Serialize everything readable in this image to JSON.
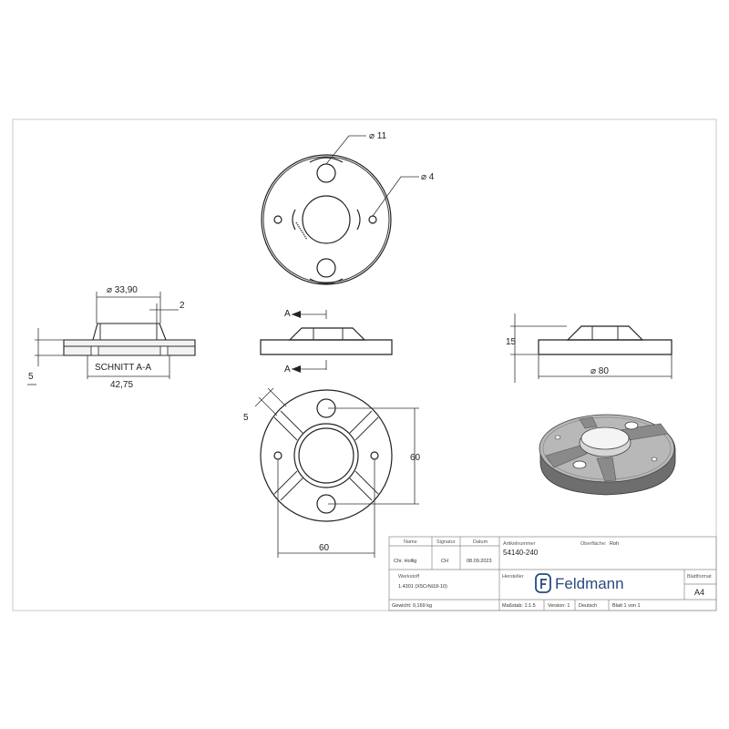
{
  "dimensions": {
    "top_large_hole": "⌀ 11",
    "top_small_hole": "⌀ 4",
    "section_inner_dia": "⌀ 33,90",
    "section_wall": "2",
    "section_height": "5",
    "section_label": "SCHNITT A-A",
    "section_outer": "42,75",
    "section_marker_top": "A",
    "section_marker_bottom": "A",
    "side_height": "15",
    "side_dia": "⌀ 80",
    "bottom_rib": "5",
    "bottom_height": "60",
    "bottom_width": "60"
  },
  "title_block": {
    "headers": {
      "name": "Name",
      "signatur": "Signatur",
      "datum": "Datum"
    },
    "row": {
      "name": "Chr. Hollig",
      "signatur": "CH",
      "datum": "08.09.2023"
    },
    "artikelnummer_label": "Artikelnummer",
    "artikelnummer": "54140-240",
    "oberflaeche_label": "Oberfläche:",
    "oberflaeche": "Roh",
    "werkstoff_label": "Werkstoff",
    "werkstoff": "1.4301 (X5CrNi18-10)",
    "hersteller_label": "Hersteller",
    "brand": "Feldmann",
    "blattformat_label": "Blattformat",
    "blattformat": "A4",
    "gewicht": "Gewicht: 0,169 kg",
    "massstab": "Maßstab: 1:1.5",
    "version": "Version: 1",
    "sprache": "Deutsch",
    "blatt": "Blatt 1 von 1"
  }
}
